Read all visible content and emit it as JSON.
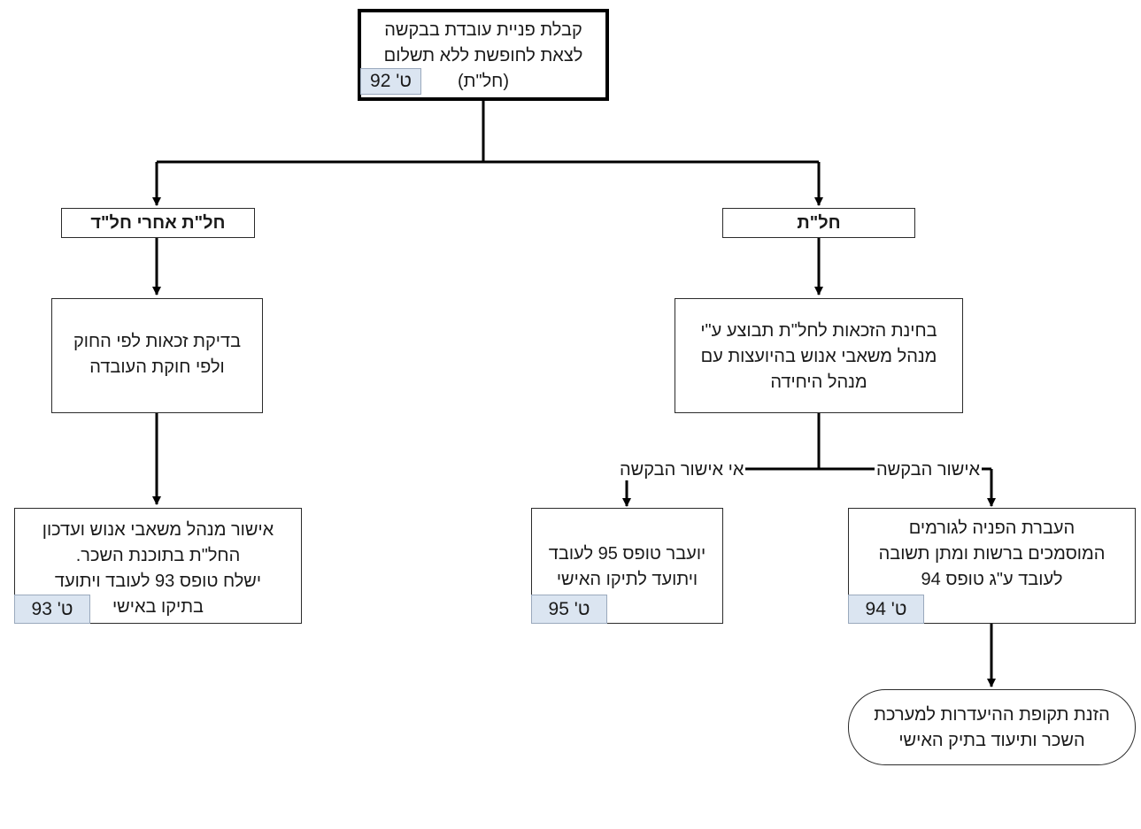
{
  "start": {
    "lines": [
      "קבלת פניית עובדת בבקשה",
      "לצאת לחופשת ללא תשלום",
      "(חל\"ת)"
    ],
    "tag": "ט' 92"
  },
  "categories": {
    "left": "חל\"ת אחרי חל\"ד",
    "right": "חל\"ת"
  },
  "left_check": {
    "lines": [
      "בדיקת זכאות לפי החוק",
      "ולפי חוקת העובדה"
    ]
  },
  "left_result": {
    "lines": [
      "אישור מנהל משאבי אנוש ועדכון",
      "החל\"ת בתוכנת השכר.",
      "ישלח טופס 93 לעובד ויתועד",
      "בתיקו באישי"
    ],
    "tag": "ט' 93"
  },
  "right_check": {
    "lines": [
      "בחינת הזכאות לחל\"ת תבוצע ע\"י",
      "מנהל משאבי אנוש בהיועצות עם",
      "מנהל היחידה"
    ]
  },
  "branches": {
    "reject": "אי אישור הבקשה",
    "approve": "אישור הבקשה"
  },
  "reject_box": {
    "lines": [
      "יועבר טופס 95 לעובד",
      "ויתועד לתיקו האישי"
    ],
    "tag": "ט' 95"
  },
  "approve_box": {
    "lines": [
      "העברת הפניה לגורמים",
      "המוסמכים ברשות ומתן תשובה",
      "לעובד ע\"ג טופס 94"
    ],
    "tag": "ט' 94"
  },
  "end": {
    "lines": [
      "הזנת תקופת ההיעדרות למערכת",
      "השכר ותיעוד בתיק האישי"
    ]
  }
}
